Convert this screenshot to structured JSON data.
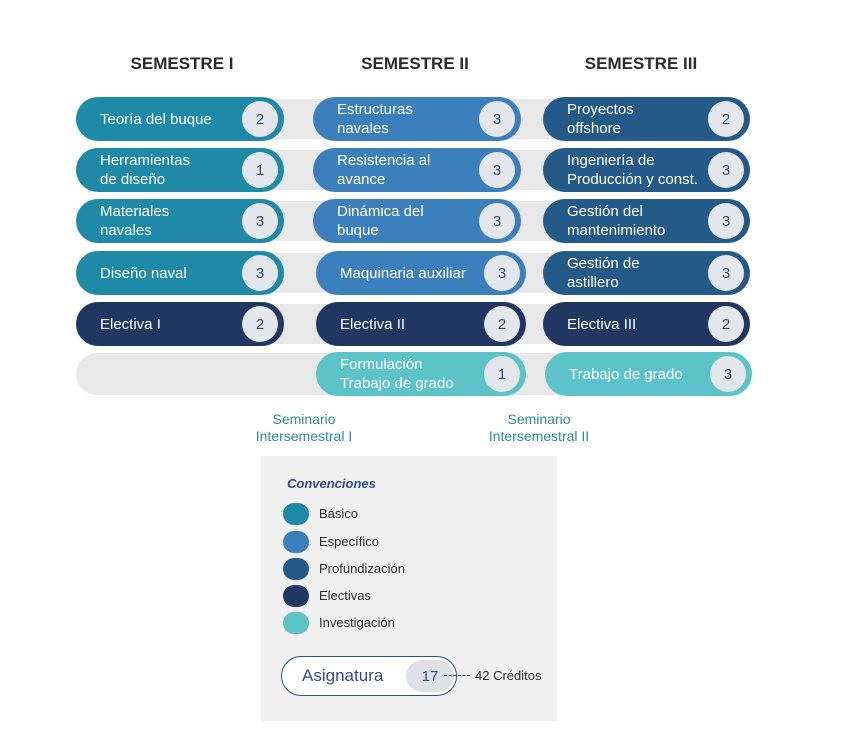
{
  "semesters": [
    {
      "title": "SEMESTRE I"
    },
    {
      "title": "SEMESTRE II"
    },
    {
      "title": "SEMESTRE III"
    }
  ],
  "colors": {
    "basico": "#1f8aa8",
    "especifico": "#3b7fbc",
    "profundizacion": "#245a87",
    "electivas": "#1f3761",
    "investigacion": "#5cc3c9"
  },
  "courses": [
    [
      {
        "name": "Teoría del buque",
        "credits": "2",
        "category": "basico"
      },
      {
        "name": "Herramientas\nde diseño",
        "credits": "1",
        "category": "basico"
      },
      {
        "name": "Materiales\nnavales",
        "credits": "3",
        "category": "basico"
      },
      {
        "name": "Diseño naval",
        "credits": "3",
        "category": "basico"
      },
      {
        "name": "Electiva I",
        "credits": "2",
        "category": "electivas"
      }
    ],
    [
      {
        "name": "Estructuras\nnavales",
        "credits": "3",
        "category": "especifico"
      },
      {
        "name": "Resistencia al\navance",
        "credits": "3",
        "category": "especifico"
      },
      {
        "name": "Dinámica del\nbuque",
        "credits": "3",
        "category": "especifico"
      },
      {
        "name": "Maquinaria auxiliar",
        "credits": "3",
        "category": "especifico"
      },
      {
        "name": "Electiva II",
        "credits": "2",
        "category": "electivas"
      },
      {
        "name": "Formulación\nTrabajo de grado",
        "credits": "1",
        "category": "investigacion"
      }
    ],
    [
      {
        "name": "Proyectos\noffshore",
        "credits": "2",
        "category": "profundizacion"
      },
      {
        "name": "Ingeniería de\nProducción y const.",
        "credits": "3",
        "category": "profundizacion"
      },
      {
        "name": "Gestión del\nmantenimiento",
        "credits": "3",
        "category": "profundizacion"
      },
      {
        "name": "Gestión de\nastillero",
        "credits": "3",
        "category": "profundizacion"
      },
      {
        "name": "Electiva III",
        "credits": "2",
        "category": "electivas"
      },
      {
        "name": "Trabajo de grado",
        "credits": "3",
        "category": "investigacion"
      }
    ]
  ],
  "seminars": [
    {
      "label": "Seminario\nIntersemestral I"
    },
    {
      "label": "Seminario\nIntersemestral II"
    }
  ],
  "legend": {
    "title": "Convenciones",
    "items": [
      {
        "label": "Básico",
        "category": "basico"
      },
      {
        "label": "Específico",
        "category": "especifico"
      },
      {
        "label": "Profundización",
        "category": "profundizacion"
      },
      {
        "label": "Electivas",
        "category": "electivas"
      },
      {
        "label": "Investigación",
        "category": "investigacion"
      }
    ],
    "sample": {
      "label": "Asignatura",
      "credits": "17",
      "total": "42 Créditos"
    }
  }
}
